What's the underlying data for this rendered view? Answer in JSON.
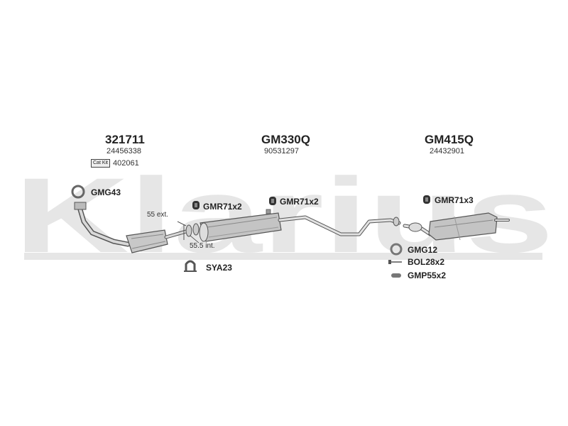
{
  "watermark": {
    "text": "Klarius"
  },
  "groups": [
    {
      "title": "321711",
      "part_number": "24456338",
      "cat_kit_label": "Cat Kit",
      "cat_kit_number": "402061"
    },
    {
      "title": "GM330Q",
      "part_number": "90531297"
    },
    {
      "title": "GM415Q",
      "part_number": "24432901"
    }
  ],
  "fittings": {
    "gmg43": "GMG43",
    "gmr71x2_a": "GMR71x2",
    "gmr71x2_b": "GMR71x2",
    "gmr71x3": "GMR71x3",
    "sya23": "SYA23",
    "gmg12": "GMG12",
    "bol28x2": "BOL28x2",
    "gmp55x2": "GMP55x2"
  },
  "dimensions": {
    "ext": "55 ext.",
    "int": "55.5 int."
  },
  "colors": {
    "watermark": "#e6e6e6",
    "part_fill": "#c8c8c8",
    "part_stroke": "#555555"
  }
}
